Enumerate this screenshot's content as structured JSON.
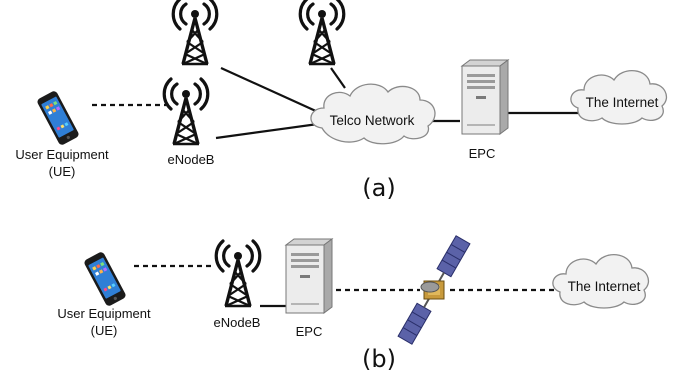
{
  "panels": {
    "a": {
      "caption": "(a)",
      "ue_label_line1": "User Equipment",
      "ue_label_line2": "(UE)",
      "enodeb_label": "eNodeB",
      "telco_label": "Telco Network",
      "epc_label": "EPC",
      "internet_label": "The Internet"
    },
    "b": {
      "caption": "(b)",
      "ue_label_line1": "User Equipment",
      "ue_label_line2": "(UE)",
      "enodeb_label": "eNodeB",
      "epc_label": "EPC",
      "internet_label": "The Internet"
    }
  },
  "icons": {
    "phone": "smartphone-icon",
    "tower": "cell-tower-icon",
    "cloud": "cloud-icon",
    "server": "server-icon",
    "satellite": "satellite-icon"
  },
  "colors": {
    "line": "#111111",
    "cloud_fill": "#f2f2f2",
    "cloud_stroke": "#8a8a8a",
    "server_body": "#e6e6e6",
    "phone_screen": "#2f7fd6",
    "satellite_panel": "#5b62a8",
    "satellite_body": "#c89a3c"
  }
}
